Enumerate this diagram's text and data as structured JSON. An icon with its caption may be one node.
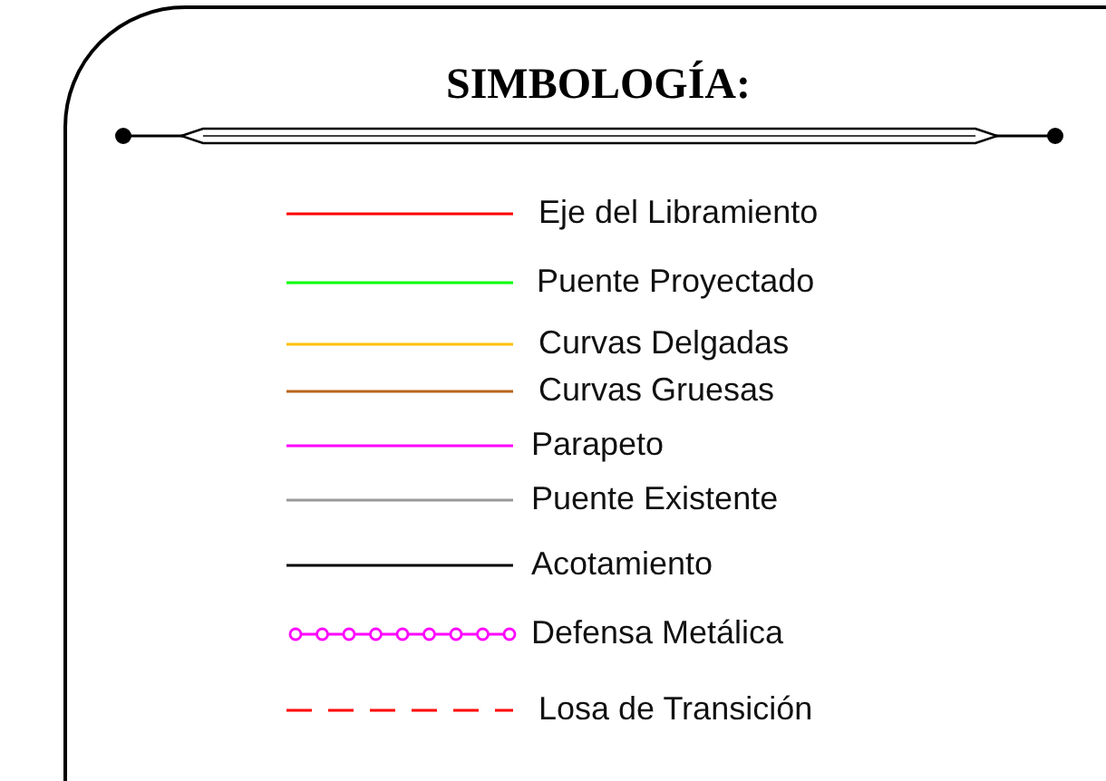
{
  "diagram": {
    "title": "SIMBOLOGÍA:",
    "legend": [
      {
        "text": "Eje del Libramiento"
      },
      {
        "text": "Puente Proyectado"
      },
      {
        "text": "Curvas Delgadas"
      },
      {
        "text": "Curvas Gruesas"
      },
      {
        "text": "Parapeto"
      },
      {
        "text": "Puente Existente"
      },
      {
        "text": "Acotamiento"
      },
      {
        "text": "Defensa Metálica"
      },
      {
        "text": "Losa de Transición"
      }
    ]
  }
}
